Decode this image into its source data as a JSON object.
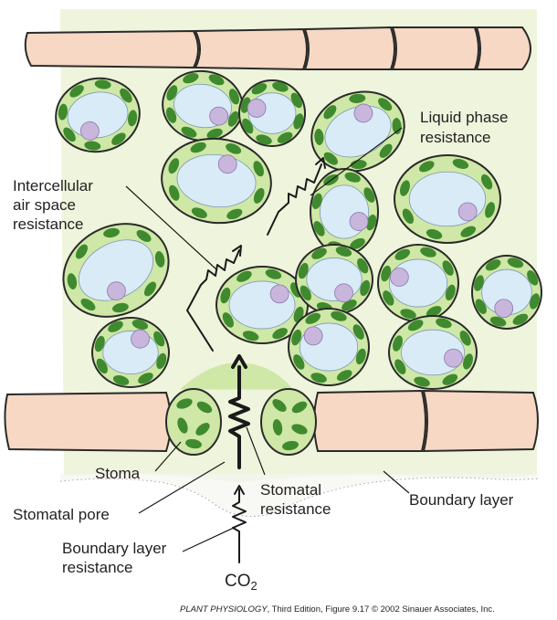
{
  "labels": {
    "liquid_phase": [
      "Liquid phase",
      "resistance"
    ],
    "intercellular": [
      "Intercellular",
      "air space",
      "resistance"
    ],
    "stoma": "Stoma",
    "stomatal_pore": "Stomatal pore",
    "stomatal_resistance": [
      "Stomatal",
      "resistance"
    ],
    "boundary_layer": "Boundary layer",
    "boundary_layer_resistance": [
      "Boundary layer",
      "resistance"
    ],
    "co2_main": "CO",
    "co2_sub": "2"
  },
  "credit": {
    "book": "PLANT PHYSIOLOGY",
    "rest": ", Third Edition, Figure 9.17  © 2002 Sinauer Associates, Inc."
  },
  "colors": {
    "tissue_background": "#eef5dc",
    "epidermis": "#f6d8c4",
    "cell_green": "#cfe7a7",
    "chloroplast": "#3f8a2e",
    "vacuole": "#d9ebf7",
    "nucleus": "#c8b6dd"
  }
}
